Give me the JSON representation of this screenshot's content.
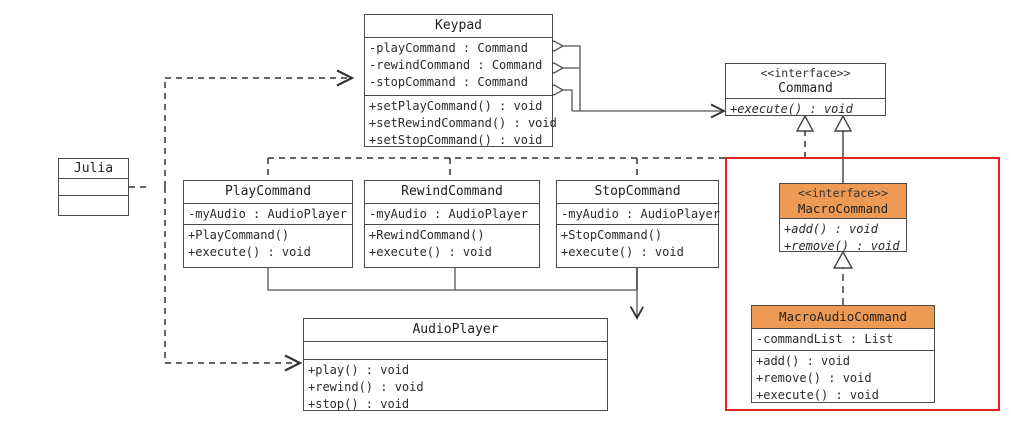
{
  "diagram": {
    "title": "Command Pattern UML Class Diagram",
    "colors": {
      "class_border": "#4a4a4a",
      "interface_fill": "#ED9B54",
      "highlight_box": "#e8221c",
      "background": "#ffffff",
      "line": "#555555"
    },
    "highlight_region": {
      "label": "macro-command-highlight"
    }
  },
  "classes": {
    "keypad": {
      "name": "Keypad",
      "attributes": [
        "-playCommand : Command",
        "-rewindCommand : Command",
        "-stopCommand : Command"
      ],
      "methods": [
        "+setPlayCommand() : void",
        "+setRewindCommand() : void",
        "+setStopCommand() : void"
      ]
    },
    "command": {
      "stereotype": "《 interface 》",
      "stereotype_text": "<<interface>>",
      "name": "Command",
      "methods": [
        "+execute() : void"
      ]
    },
    "julia": {
      "name": "Julia",
      "attributes": [
        ""
      ],
      "methods": [
        ""
      ]
    },
    "play_command": {
      "name": "PlayCommand",
      "attributes": [
        "-myAudio : AudioPlayer"
      ],
      "methods": [
        "+PlayCommand()",
        "+execute() : void"
      ]
    },
    "rewind_command": {
      "name": "RewindCommand",
      "attributes": [
        "-myAudio : AudioPlayer"
      ],
      "methods": [
        "+RewindCommand()",
        "+execute() : void"
      ]
    },
    "stop_command": {
      "name": "StopCommand",
      "attributes": [
        "-myAudio : AudioPlayer"
      ],
      "methods": [
        "+StopCommand()",
        "+execute() : void"
      ]
    },
    "macro_command": {
      "stereotype_text": "<<interface>>",
      "name": "MacroCommand",
      "methods": [
        "+add() : void",
        "+remove() : void"
      ]
    },
    "macro_audio_command": {
      "name": "MacroAudioCommand",
      "attributes": [
        "-commandList : List"
      ],
      "methods": [
        "+add() : void",
        "+remove() : void",
        "+execute() : void"
      ]
    },
    "audio_player": {
      "name": "AudioPlayer",
      "attributes": [
        ""
      ],
      "methods": [
        "+play() : void",
        "+rewind() : void",
        "+stop() : void"
      ]
    }
  },
  "relationships": [
    {
      "name": "keypad-aggregates-command",
      "type": "aggregation",
      "from": "Keypad",
      "to": "Command",
      "count": 3
    },
    {
      "name": "playcommand-realizes-command",
      "type": "realization",
      "from": "PlayCommand",
      "to": "Command"
    },
    {
      "name": "rewindcommand-realizes-command",
      "type": "realization",
      "from": "RewindCommand",
      "to": "Command"
    },
    {
      "name": "stopcommand-realizes-command",
      "type": "realization",
      "from": "StopCommand",
      "to": "Command"
    },
    {
      "name": "macrocommand-extends-command",
      "type": "generalization",
      "from": "MacroCommand",
      "to": "Command"
    },
    {
      "name": "macroaudiocommand-realizes-macrocommand",
      "type": "realization",
      "from": "MacroAudioCommand",
      "to": "MacroCommand"
    },
    {
      "name": "commands-use-audioplayer",
      "type": "association",
      "from": "Commands",
      "to": "AudioPlayer"
    },
    {
      "name": "julia-uses-keypad",
      "type": "dependency",
      "from": "Julia",
      "to": "Keypad"
    },
    {
      "name": "julia-uses-audioplayer",
      "type": "dependency",
      "from": "Julia",
      "to": "AudioPlayer"
    }
  ]
}
